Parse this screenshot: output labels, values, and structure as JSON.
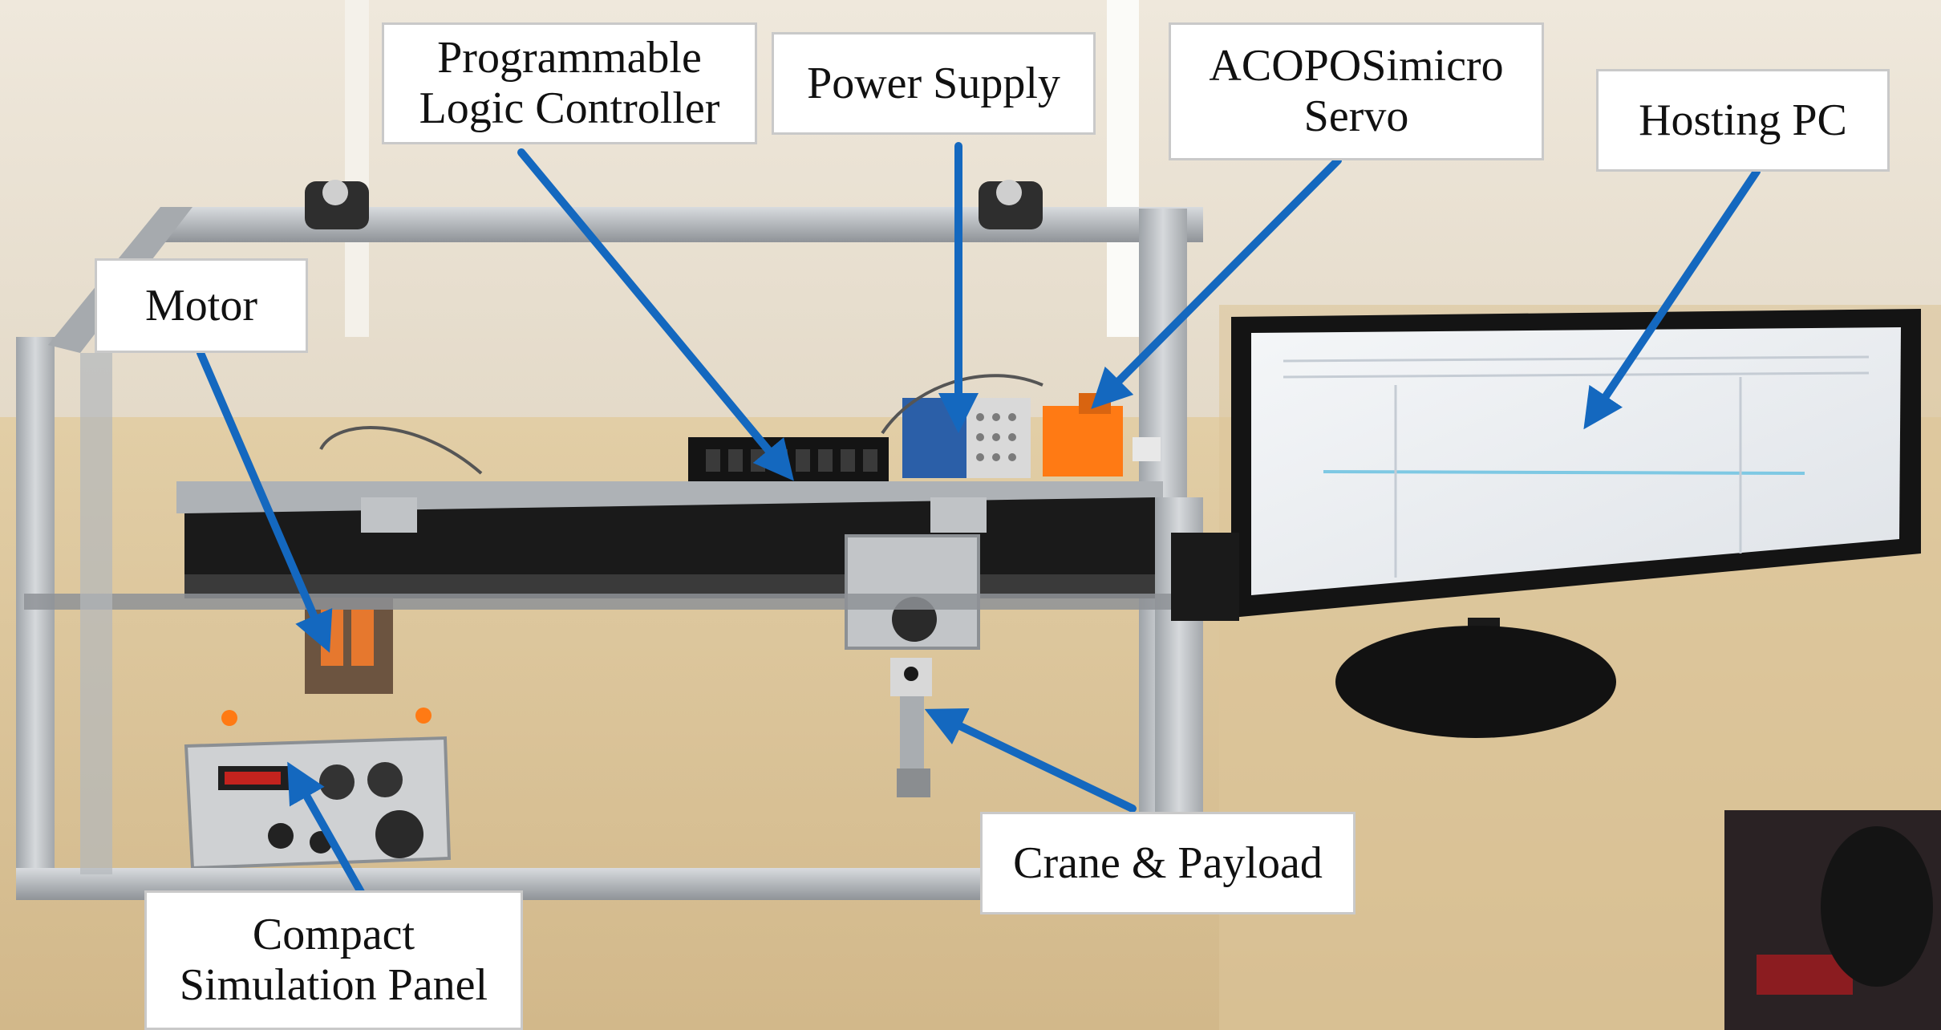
{
  "labels": {
    "plc": {
      "line1": "Programmable",
      "line2": "Logic Controller"
    },
    "power_supply": "Power Supply",
    "servo": {
      "line1": "ACOPOSimicro",
      "line2": "Servo"
    },
    "hosting_pc": "Hosting PC",
    "motor": "Motor",
    "crane_payload": "Crane & Payload",
    "panel": {
      "line1": "Compact",
      "line2": "Simulation Panel"
    }
  },
  "colors": {
    "arrow": "#1468bf",
    "frame": "#b9bcc0",
    "desk": "#ddc9a2",
    "wall": "#e6ded0",
    "accent_orange": "#ff7a14"
  }
}
